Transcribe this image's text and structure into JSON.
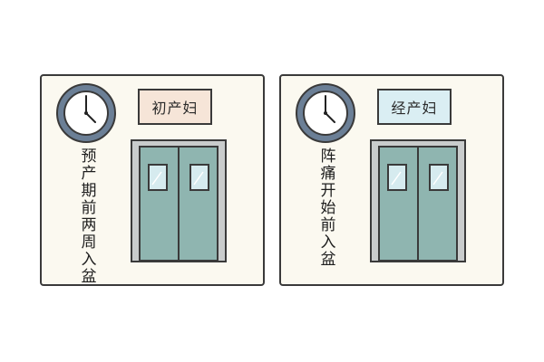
{
  "panels": [
    {
      "sign_text": "初产妇",
      "sign_color": "#f6e5d8",
      "vertical_caption": "预产期前两周入盆",
      "icons": [
        "clock-icon",
        "door-icon"
      ]
    },
    {
      "sign_text": "经产妇",
      "sign_color": "#daeef3",
      "vertical_caption": "阵痛开始前入盆",
      "icons": [
        "clock-icon",
        "door-icon"
      ]
    }
  ],
  "colors": {
    "panel_bg": "#fbf9f0",
    "outline": "#3a3a3a",
    "clock_ring": "#6b7f96",
    "door_fill": "#8fb5b0",
    "door_frame": "#c9cccc",
    "window_fill": "#d6ebef"
  }
}
